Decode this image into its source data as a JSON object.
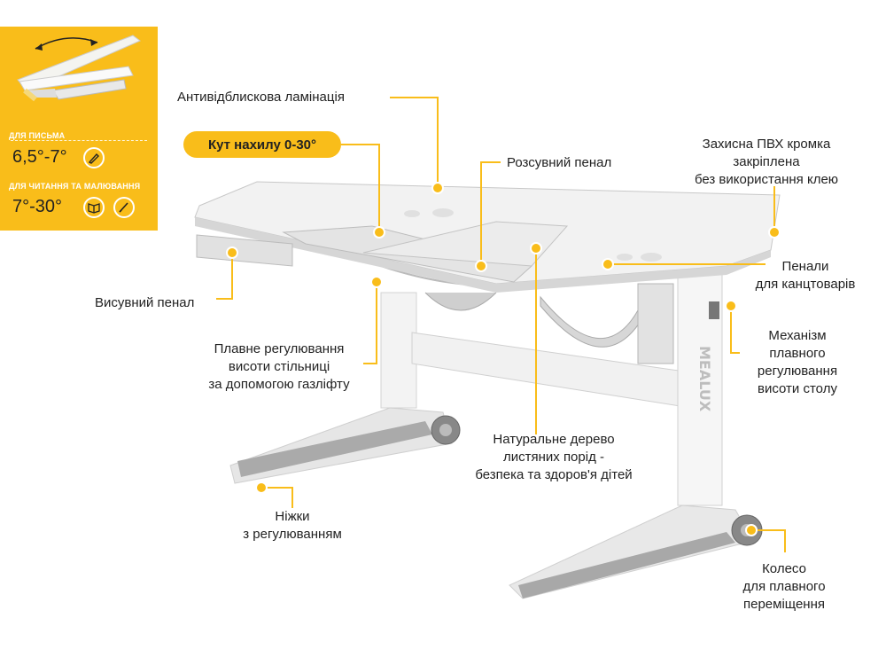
{
  "info_panel": {
    "writing_caption": "ДЛЯ ПИСЬМА",
    "writing_range": "6,5°-7°",
    "reading_caption": "ДЛЯ ЧИТАННЯ ТА МАЛЮВАННЯ",
    "reading_range": "7°-30°",
    "icons": [
      "tilt-table-icon",
      "pen-icon",
      "book-icon",
      "brush-icon"
    ]
  },
  "tilt_badge": "Кут нахилу 0-30°",
  "brand_text": "MEALUX",
  "accent_color": "#f9bd1a",
  "callouts": {
    "anti_glare": "Антивідблискова ламінація",
    "sliding_pencil": "Розсувний пенал",
    "pvc_edge": [
      "Захисна ПВХ кромка",
      "закріплена",
      "без використання клею"
    ],
    "drawer": "Висувний пенал",
    "organizers": [
      "Пенали",
      "для канцтоварів"
    ],
    "mechanism": [
      "Механізм",
      "плавного",
      "регулювання",
      "висоти столу"
    ],
    "gaslift": [
      "Плавне регулювання",
      "висоти стільниці",
      "за допомогою газліфту"
    ],
    "wood": [
      "Натуральне дерево",
      "листяних порід -",
      "безпека та здоров'я дітей"
    ],
    "legs": [
      "Ніжки",
      "з регулюванням"
    ],
    "wheel": [
      "Колесо",
      "для плавного",
      "переміщення"
    ]
  }
}
